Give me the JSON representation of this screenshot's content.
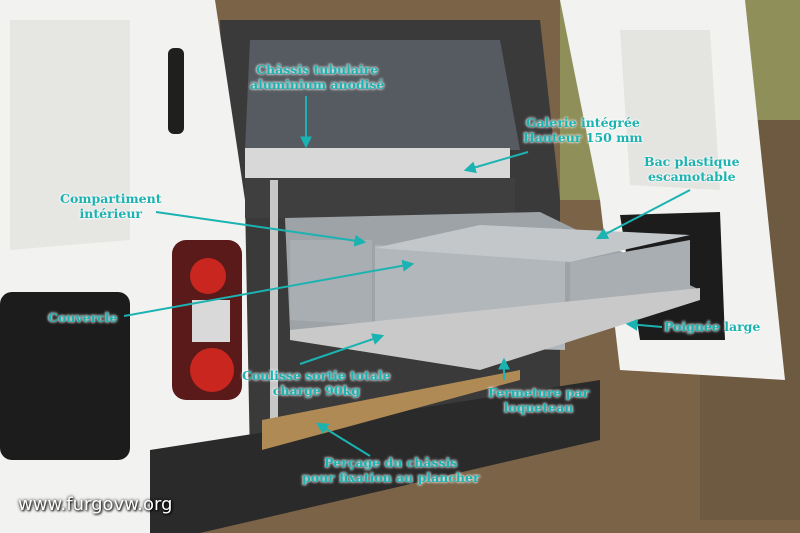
{
  "labels": {
    "chassis": [
      "Châssis tubulaire",
      "aluminium anodisé"
    ],
    "galerie": [
      "Galerie intégrée",
      "Hauteur 150 mm"
    ],
    "bac": [
      "Bac plastique",
      "escamotable"
    ],
    "compartiment": [
      "Compartiment",
      "intérieur"
    ],
    "couvercle": [
      "Couvercle"
    ],
    "poignee": [
      "Poignée large"
    ],
    "coulisse": [
      "Coulisse sortie totale",
      "charge 90kg"
    ],
    "fermeture": [
      "Fermeture par",
      "loqueteau"
    ],
    "percage": [
      "Perçage du châssis",
      "pour fixation au plancher"
    ]
  },
  "watermark": "www.furgovw.org",
  "colors": {
    "annotation": "#1bb3b1",
    "van_body": "#f2f2f0",
    "bins": "#a9aeb2",
    "ground": "#7a6347"
  }
}
